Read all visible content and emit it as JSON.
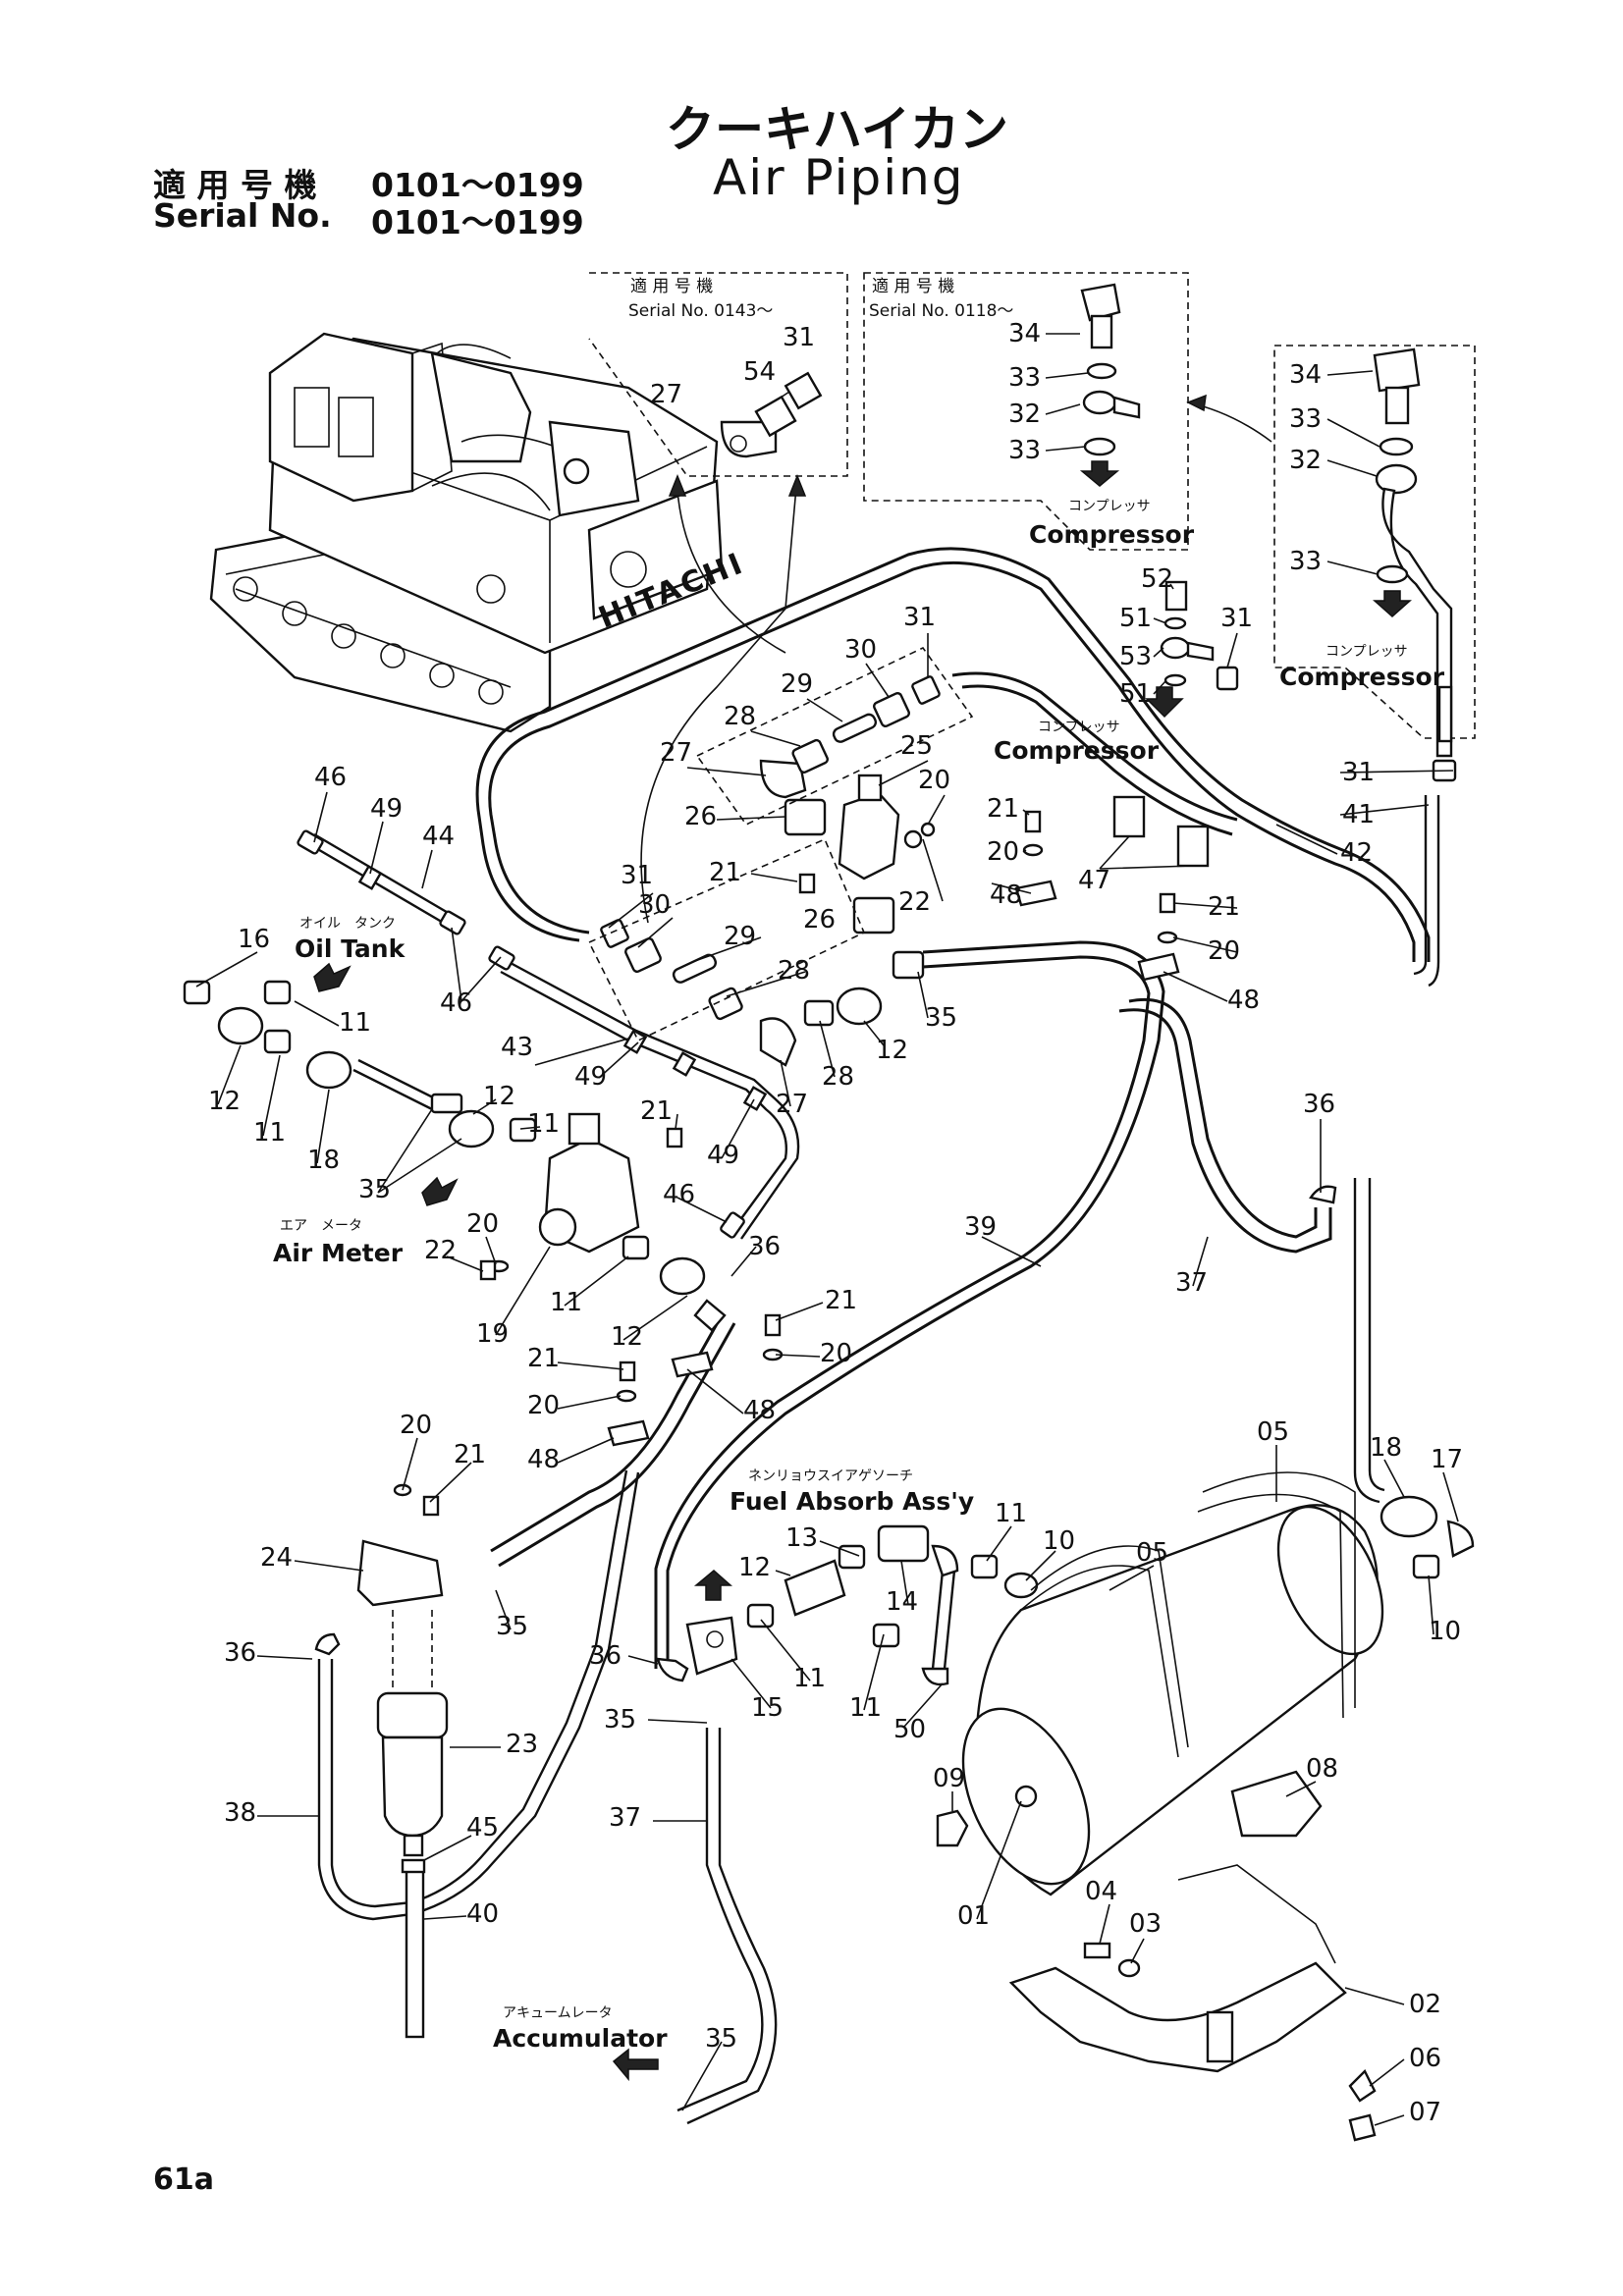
{
  "title": {
    "japanese": "クーキハイカン",
    "english": "Air Piping"
  },
  "serial": {
    "label_jp": "適 用 号 機",
    "range_jp": "0101～0199",
    "label_en": "Serial No.",
    "range_en": "0101～0199"
  },
  "page_number": "61a",
  "insets": {
    "inset_a": {
      "label_jp": "適 用 号 機",
      "serial": "Serial No. 0143～"
    },
    "inset_b": {
      "label_jp": "適 用 号 機",
      "serial": "Serial No. 0118～"
    }
  },
  "labels": {
    "compressor_jp": "コンプレッサ",
    "compressor_en": "Compressor",
    "oil_tank_jp": "オイル　タンク",
    "oil_tank_en": "Oil Tank",
    "air_meter_jp": "エア　メータ",
    "air_meter_en": "Air Meter",
    "fuel_absorb_jp": "ネンリョウスイアゲソーチ",
    "fuel_absorb_en": "Fuel Absorb Ass'y",
    "accumulator_jp": "アキュームレータ",
    "accumulator_en": "Accumulator",
    "machine_brand": "HITACHI"
  },
  "part_numbers": {
    "p01": "01",
    "p02": "02",
    "p03": "03",
    "p04": "04",
    "p05": "05",
    "p06": "06",
    "p07": "07",
    "p08": "08",
    "p09": "09",
    "p10": "10",
    "p11": "11",
    "p12": "12",
    "p13": "13",
    "p14": "14",
    "p15": "15",
    "p16": "16",
    "p17": "17",
    "p18": "18",
    "p19": "19",
    "p20": "20",
    "p21": "21",
    "p22": "22",
    "p23": "23",
    "p24": "24",
    "p25": "25",
    "p26": "26",
    "p27": "27",
    "p28": "28",
    "p29": "29",
    "p30": "30",
    "p31": "31",
    "p32": "32",
    "p33": "33",
    "p34": "34",
    "p35": "35",
    "p36": "36",
    "p37": "37",
    "p38": "38",
    "p39": "39",
    "p40": "40",
    "p41": "41",
    "p42": "42",
    "p43": "43",
    "p44": "44",
    "p45": "45",
    "p46": "46",
    "p47": "47",
    "p48": "48",
    "p49": "49",
    "p50": "50",
    "p51": "51",
    "p52": "52",
    "p53": "53",
    "p54": "54"
  }
}
